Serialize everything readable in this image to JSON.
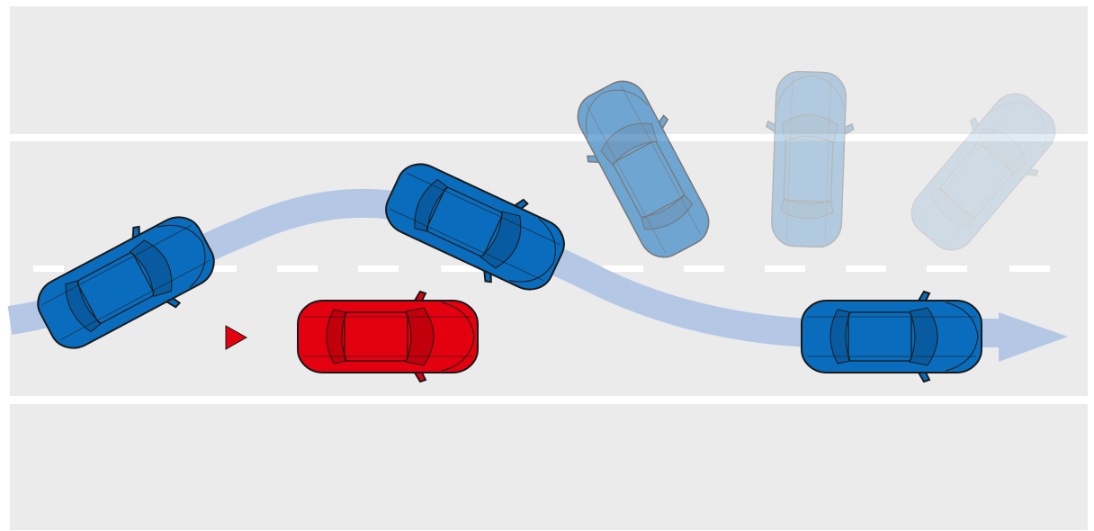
{
  "colors": {
    "background": "#ffffff",
    "road": "#ebebeb",
    "lane_divider": "#ffffff",
    "path_arrow": "#b4c8e6",
    "vehicle_blue": "#0a6cbc",
    "vehicle_red": "#e3000f",
    "outline": "#1a1a1a"
  },
  "scene": {
    "vehicles": [
      {
        "name": "vehicle-blue-1",
        "color": "vehicle_blue",
        "opacity": 1,
        "state": "swerving left"
      },
      {
        "name": "vehicle-red-obstacle",
        "color": "vehicle_red",
        "opacity": 1,
        "state": "stationary obstacle"
      },
      {
        "name": "vehicle-blue-2",
        "color": "vehicle_blue",
        "opacity": 1,
        "state": "returning to lane"
      },
      {
        "name": "vehicle-blue-ghost-1",
        "color": "vehicle_blue",
        "opacity": 0.5,
        "state": "loss of control"
      },
      {
        "name": "vehicle-blue-ghost-2",
        "color": "vehicle_blue",
        "opacity": 0.25,
        "state": "loss of control"
      },
      {
        "name": "vehicle-blue-ghost-3",
        "color": "vehicle_blue",
        "opacity": 0.12,
        "state": "loss of control"
      },
      {
        "name": "vehicle-blue-final",
        "color": "vehicle_blue",
        "opacity": 1,
        "state": "stabilized"
      }
    ],
    "hazard_marker": "warning-triangle-icon",
    "path": "path-arrow"
  }
}
